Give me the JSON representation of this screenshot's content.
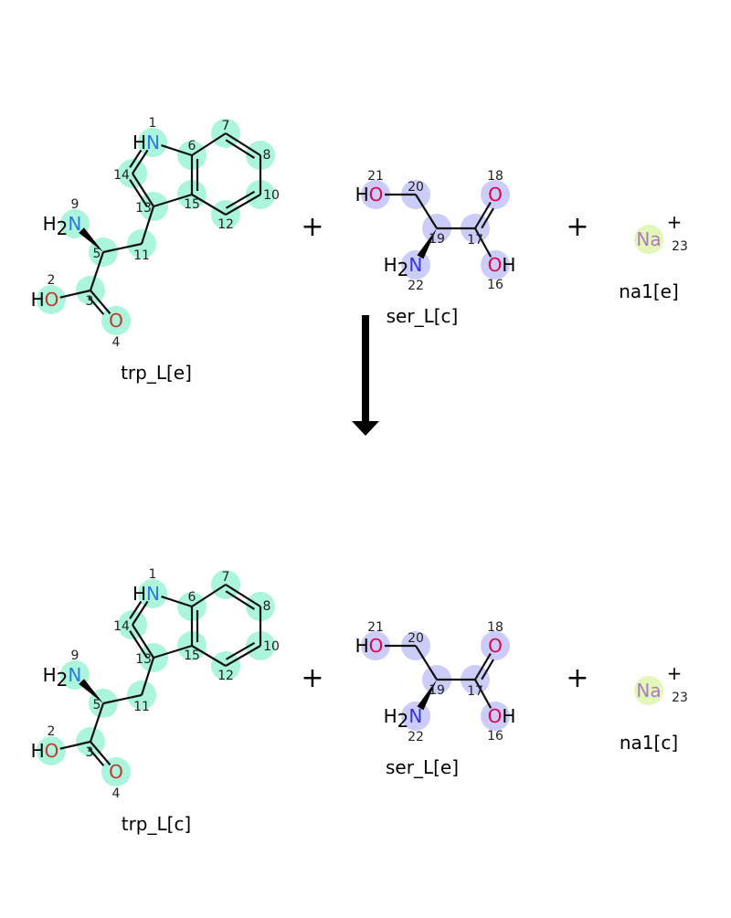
{
  "reaction": {
    "reactants": [
      {
        "id": "trp",
        "name": "trp_L[e]",
        "highlight": "#aaf5dc"
      },
      {
        "id": "ser",
        "name": "ser_L[c]",
        "highlight": "#ccccf8"
      },
      {
        "id": "na",
        "name": "na1[e]",
        "highlight": "#e2f7b8"
      }
    ],
    "products": [
      {
        "id": "trp",
        "name": "trp_L[c]",
        "highlight": "#aaf5dc"
      },
      {
        "id": "ser",
        "name": "ser_L[e]",
        "highlight": "#ccccf8"
      },
      {
        "id": "na",
        "name": "na1[c]",
        "highlight": "#e2f7b8"
      }
    ],
    "plus_sign": "+",
    "arrow": "reaction-arrow"
  },
  "molecules": {
    "trp": {
      "atoms": [
        {
          "n": "1",
          "pre": "H",
          "el": "N",
          "color": "#2a7ae2"
        },
        {
          "n": "2",
          "pre": "H",
          "el": "O",
          "color": "#c0392b"
        },
        {
          "n": "3"
        },
        {
          "n": "4",
          "el": "O",
          "color": "#c0392b"
        },
        {
          "n": "5"
        },
        {
          "n": "6"
        },
        {
          "n": "7"
        },
        {
          "n": "8"
        },
        {
          "n": "9",
          "pre": "H",
          "sub": "2",
          "el": "N",
          "color": "#2a7ae2"
        },
        {
          "n": "10"
        },
        {
          "n": "11"
        },
        {
          "n": "12"
        },
        {
          "n": "13"
        },
        {
          "n": "14"
        },
        {
          "n": "15"
        }
      ]
    },
    "ser": {
      "atoms": [
        {
          "n": "16",
          "el": "O",
          "post": "H",
          "color": "#e0004d"
        },
        {
          "n": "17"
        },
        {
          "n": "18",
          "el": "O",
          "color": "#e0004d"
        },
        {
          "n": "19"
        },
        {
          "n": "20"
        },
        {
          "n": "21",
          "pre": "H",
          "el": "O",
          "color": "#e0004d"
        },
        {
          "n": "22",
          "pre": "H",
          "sub": "2",
          "el": "N",
          "color": "#3333ee"
        }
      ]
    },
    "na": {
      "atoms": [
        {
          "n": "23",
          "el": "Na",
          "charge": "+",
          "color": "#ab7cc0"
        }
      ]
    }
  }
}
